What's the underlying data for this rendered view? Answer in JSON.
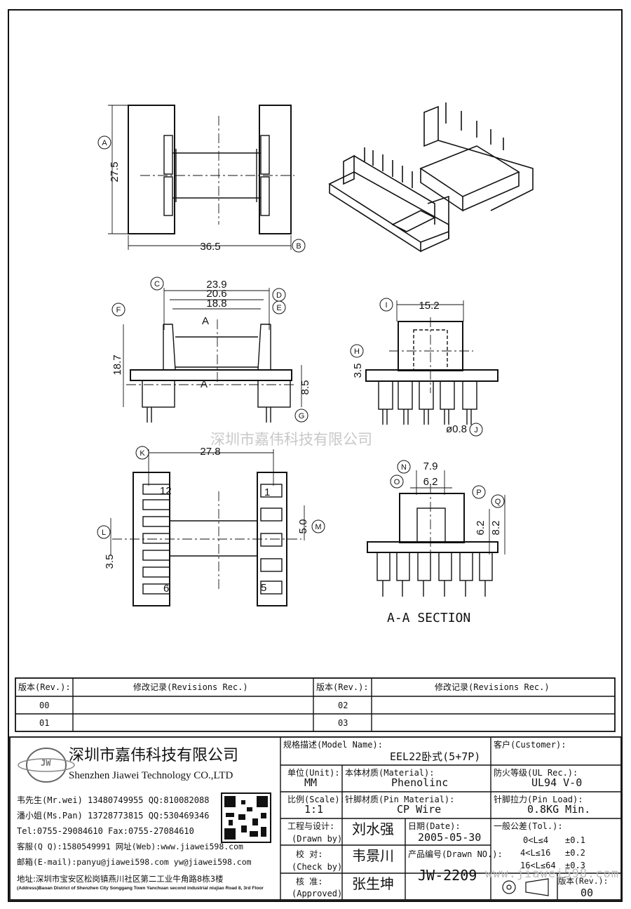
{
  "drawing": {
    "dims": {
      "d27_5": "27.5",
      "d36_5": "36.5",
      "d23_9": "23.9",
      "d20_6": "20.6",
      "d18_8": "18.8",
      "d18_7": "18.7",
      "d8_5": "8.5",
      "d15_2": "15.2",
      "d3_5a": "3.5",
      "d0_8": "ø0.8",
      "d27_8": "27.8",
      "d5_0": "5.0",
      "d3_5b": "3.5",
      "d7_9": "7.9",
      "d6_2a": "6.2",
      "d6_2b": "6.2",
      "d8_2": "8.2",
      "sectionA": "A",
      "pin1": "1",
      "pin5": "5",
      "pin6": "6",
      "pin12": "12"
    },
    "balloons": [
      "A",
      "B",
      "C",
      "D",
      "E",
      "F",
      "G",
      "H",
      "I",
      "J",
      "K",
      "L",
      "M",
      "N",
      "O",
      "P",
      "Q"
    ],
    "section_label": "A-A SECTION",
    "watermark": "深圳市嘉伟科技有限公司"
  },
  "revisions": {
    "rev_header": "版本(Rev.):",
    "rec_header": "修改记录(Revisions Rec.)",
    "rows": [
      {
        "left_rev": "00",
        "right_rev": "02"
      },
      {
        "left_rev": "01",
        "right_rev": "03"
      }
    ]
  },
  "company": {
    "logo_text": "JW",
    "name_cn": "深圳市嘉伟科技有限公司",
    "name_en": "Shenzhen Jiawei Technology CO.,LTD",
    "contacts": [
      "韦先生(Mr.wei) 13480749955 QQ:810082088",
      "潘小姐(Ms.Pan) 13728773815 QQ:530469346",
      "Tel:0755-29084610      Fax:0755-27084610",
      "客服(Q Q):1580549991   网址(Web):www.jiawei598.com",
      "邮箱(E-mail):panyu@jiawei598.com  yw@jiawei598.com"
    ],
    "address_cn": "地址:深圳市宝安区松岗镇燕川社区第二工业牛角路8栋3楼",
    "address_en": "(Address)Baoan District of Shenzhen City Songgang Town Yanchuan  second industrial niujiao Road 8, 3rd Floor"
  },
  "title_block": {
    "model_label": "规格描述(Model Name):",
    "model_value": "EEL22卧式(5+7P)",
    "customer_label": "客户(Customer):",
    "customer_value": "",
    "unit_label": "单位(Unit):",
    "unit_value": "MM",
    "material_label": "本体材质(Material):",
    "material_value": "Phenolinc",
    "ul_label": "防火等级(UL Rec.):",
    "ul_value": "UL94 V-0",
    "scale_label": "比例(Scale):",
    "scale_value": "1:1",
    "pin_material_label": "针脚材质(Pin Material):",
    "pin_material_value": "CP Wire",
    "pin_load_label": "针脚拉力(Pin Load):",
    "pin_load_value": "0.8KG Min.",
    "drawn_label_cn": "工程与设计:",
    "drawn_label_en": "(Drawn by)",
    "drawn_value": "刘水强",
    "date_label": "日期(Date):",
    "date_value": "2005-05-30",
    "tol_label": "一般公差(Tol.):",
    "tol_rows": [
      {
        "range": "0<L≤4",
        "value": "±0.1"
      },
      {
        "range": "4<L≤16",
        "value": "±0.2"
      },
      {
        "range": "16<L≤64",
        "value": "±0.3"
      }
    ],
    "check_label_cn": "校  对:",
    "check_label_en": "(Check by)",
    "check_value": "韦景川",
    "drawn_no_label": "产品编号(Drawn NO.):",
    "drawn_no_value": "JW-2209",
    "approved_label_cn": "核  准:",
    "approved_label_en": "(Approved)",
    "approved_value": "张生坤",
    "rev_label": "版本(Rev.):",
    "rev_value": "00",
    "watermark_url": "www.jiawei598.com"
  }
}
